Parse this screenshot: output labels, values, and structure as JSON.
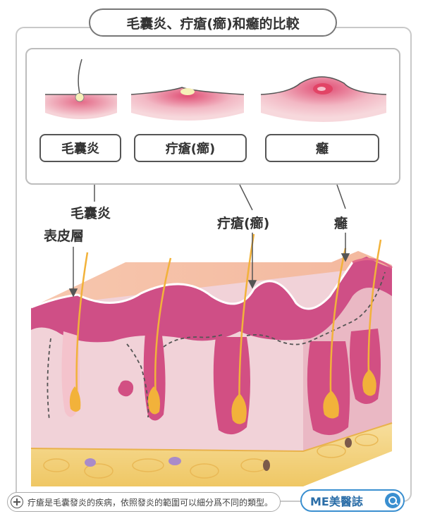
{
  "title": "毛囊炎、疔瘡(癤)和癰的比較",
  "top_labels": [
    "毛囊炎",
    "疔瘡(癤)",
    "癰"
  ],
  "annotations": {
    "folliculitis": "毛囊炎",
    "epidermis": "表皮層",
    "furuncle": "疔瘡(癤)",
    "carbuncle": "癰"
  },
  "footnote": "疔瘡是毛囊發炎的疾病，依照發炎的範圍可以細分爲不同的類型。",
  "brand": "ME美醫誌",
  "colors": {
    "skin_top": "#f6c8b0",
    "inflamed": "#c8407a",
    "dermis": "#e8b8c8",
    "fat": "#f3d27a",
    "hair": "#f2b23a",
    "accent": "#3a8fd0"
  }
}
